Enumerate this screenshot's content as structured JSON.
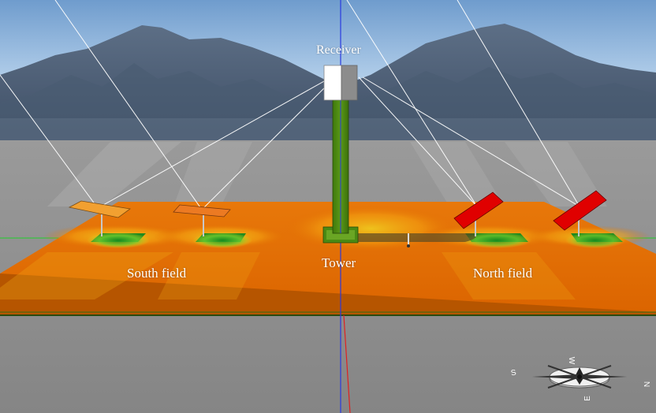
{
  "labels": {
    "receiver": "Receiver",
    "tower": "Tower",
    "south_field": "South field",
    "north_field": "North field"
  },
  "compass": {
    "letters": [
      "S",
      "W",
      "N",
      "E"
    ]
  },
  "colors": {
    "sky": "#a9c8e6",
    "ground": "#8c8c8c",
    "field": "#e06a00",
    "tower": "#4e8a12",
    "heliostat_south": "#f2a030",
    "heliostat_north": "#e00000",
    "receiver": "#ffffff"
  }
}
